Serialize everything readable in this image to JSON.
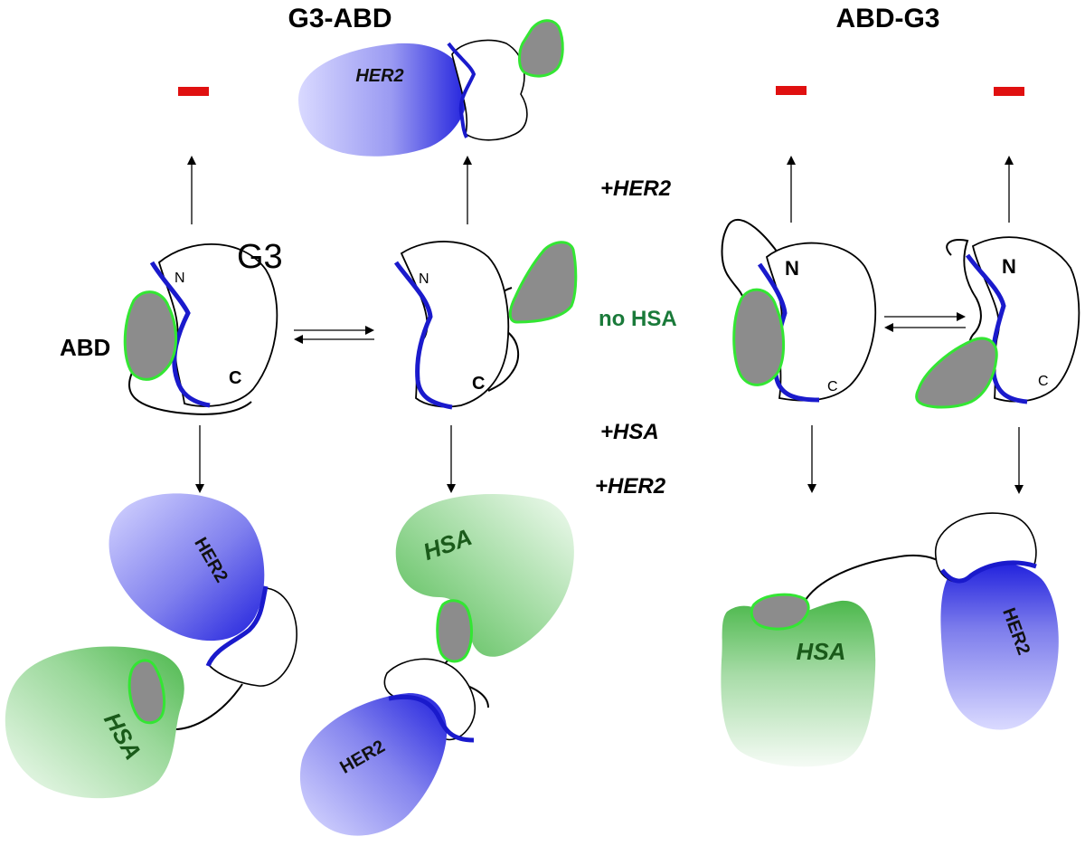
{
  "titles": {
    "left": "G3-ABD",
    "right": "ABD-G3"
  },
  "conditions": {
    "her2_top": "+HER2",
    "no_hsa": "no HSA",
    "hsa": "+HSA",
    "her2_bottom": "+HER2"
  },
  "labels": {
    "g3": "G3",
    "abd": "ABD",
    "n": "N",
    "c": "C",
    "her2": "HER2",
    "hsa": "HSA",
    "no_binding": "–"
  },
  "colors": {
    "her2_blue": "#2a2ae0",
    "hsa_green": "#4cb84c",
    "abd_gray": "#8c8c8c",
    "abd_outline": "#33e633",
    "g3_strand": "#1a1acc",
    "no_binding_red": "#e01010",
    "no_hsa_text": "#1a7a3a"
  },
  "icons": {
    "no_binding": "red-dash-icon",
    "arrow": "arrow-icon",
    "equilibrium": "equilibrium-arrows-icon"
  }
}
